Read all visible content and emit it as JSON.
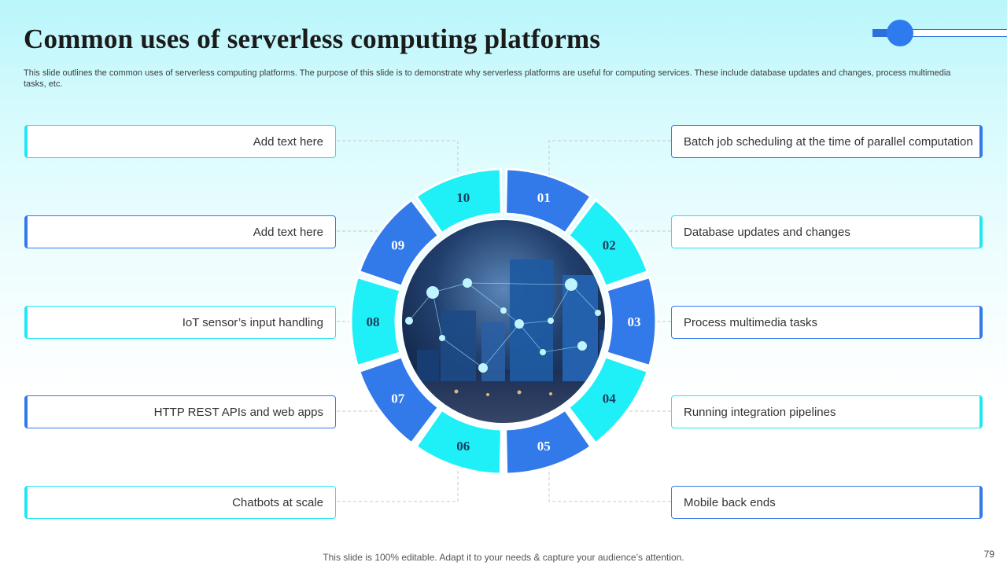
{
  "title": "Common uses of serverless computing platforms",
  "description": "This slide outlines the common uses of serverless computing platforms. The purpose of this slide is to demonstrate why serverless platforms are useful for computing services. These include database updates and changes, process multimedia tasks, etc.",
  "left_items": [
    {
      "number": "10",
      "text": "Add text here",
      "color": "cyan"
    },
    {
      "number": "09",
      "text": "Add text here",
      "color": "blue"
    },
    {
      "number": "08",
      "text": "IoT sensor’s input handling",
      "color": "cyan"
    },
    {
      "number": "07",
      "text": "HTTP REST APIs and web apps",
      "color": "blue"
    },
    {
      "number": "06",
      "text": "Chatbots at scale",
      "color": "cyan"
    }
  ],
  "right_items": [
    {
      "number": "01",
      "text": "Batch job scheduling at the time of parallel computation",
      "color": "blue"
    },
    {
      "number": "02",
      "text": "Database updates and changes",
      "color": "cyan"
    },
    {
      "number": "03",
      "text": "Process multimedia tasks",
      "color": "blue"
    },
    {
      "number": "04",
      "text": "Running integration pipelines",
      "color": "cyan"
    },
    {
      "number": "05",
      "text": "Mobile back ends",
      "color": "blue"
    }
  ],
  "wheel_numbers": [
    "01",
    "02",
    "03",
    "04",
    "05",
    "06",
    "07",
    "08",
    "09",
    "10"
  ],
  "wheel_colors": [
    "blue",
    "cyan",
    "blue",
    "cyan",
    "blue",
    "cyan",
    "blue",
    "cyan",
    "blue",
    "cyan"
  ],
  "center_image_icon": "smart-city-network-image",
  "colors": {
    "blue": "#3279ea",
    "cyan": "#1ff0f7",
    "dark_text": "#1b1b1b"
  },
  "footer": "This slide is 100% editable. Adapt it to your needs & capture your audience’s attention.",
  "page_number": "79"
}
